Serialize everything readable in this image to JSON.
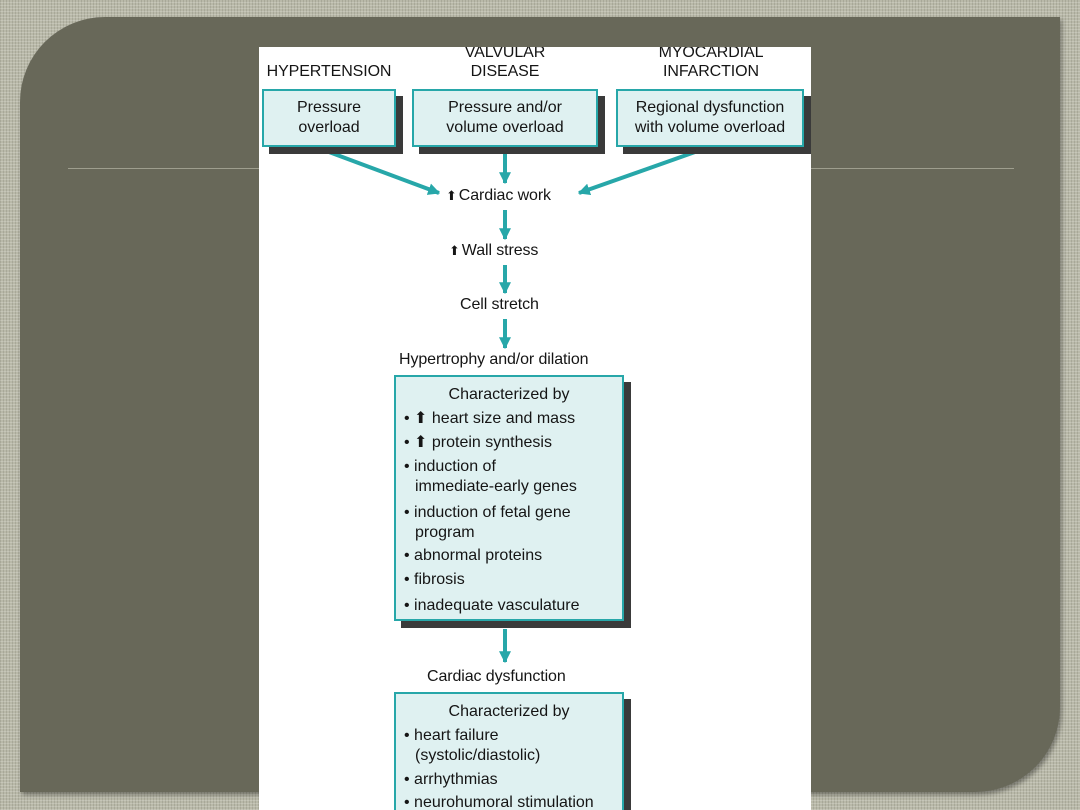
{
  "sources": [
    {
      "heading": "HYPERTENSION",
      "box": "Pressure overload"
    },
    {
      "heading": "VALVULAR DISEASE",
      "box": "Pressure and/or volume overload"
    },
    {
      "heading": "MYOCARDIAL INFARCTION",
      "box": "Regional dysfunction with volume overload"
    }
  ],
  "flow": {
    "up_arrow": "⬆",
    "cardiac_work": "Cardiac work",
    "wall_stress": "Wall stress",
    "cell_stretch": "Cell stretch",
    "hypertrophy": "Hypertrophy and/or dilation",
    "dysfunction": "Cardiac dysfunction"
  },
  "hypertrophy_box": {
    "title": "Characterized by",
    "items": [
      "• ⬆ heart size and mass",
      "• ⬆ protein synthesis",
      "• induction of",
      "immediate-early genes",
      "• induction of fetal gene",
      "program",
      "• abnormal proteins",
      "• fibrosis",
      "• inadequate vasculature"
    ]
  },
  "dysfunction_box": {
    "title": "Characterized by",
    "items": [
      "• heart failure",
      "(systolic/diastolic)",
      "• arrhythmias",
      "• neurohumoral stimulation"
    ]
  },
  "colors": {
    "teal": "#27a7a9",
    "box_fill": "#dff1f1",
    "slide": "#686859"
  }
}
